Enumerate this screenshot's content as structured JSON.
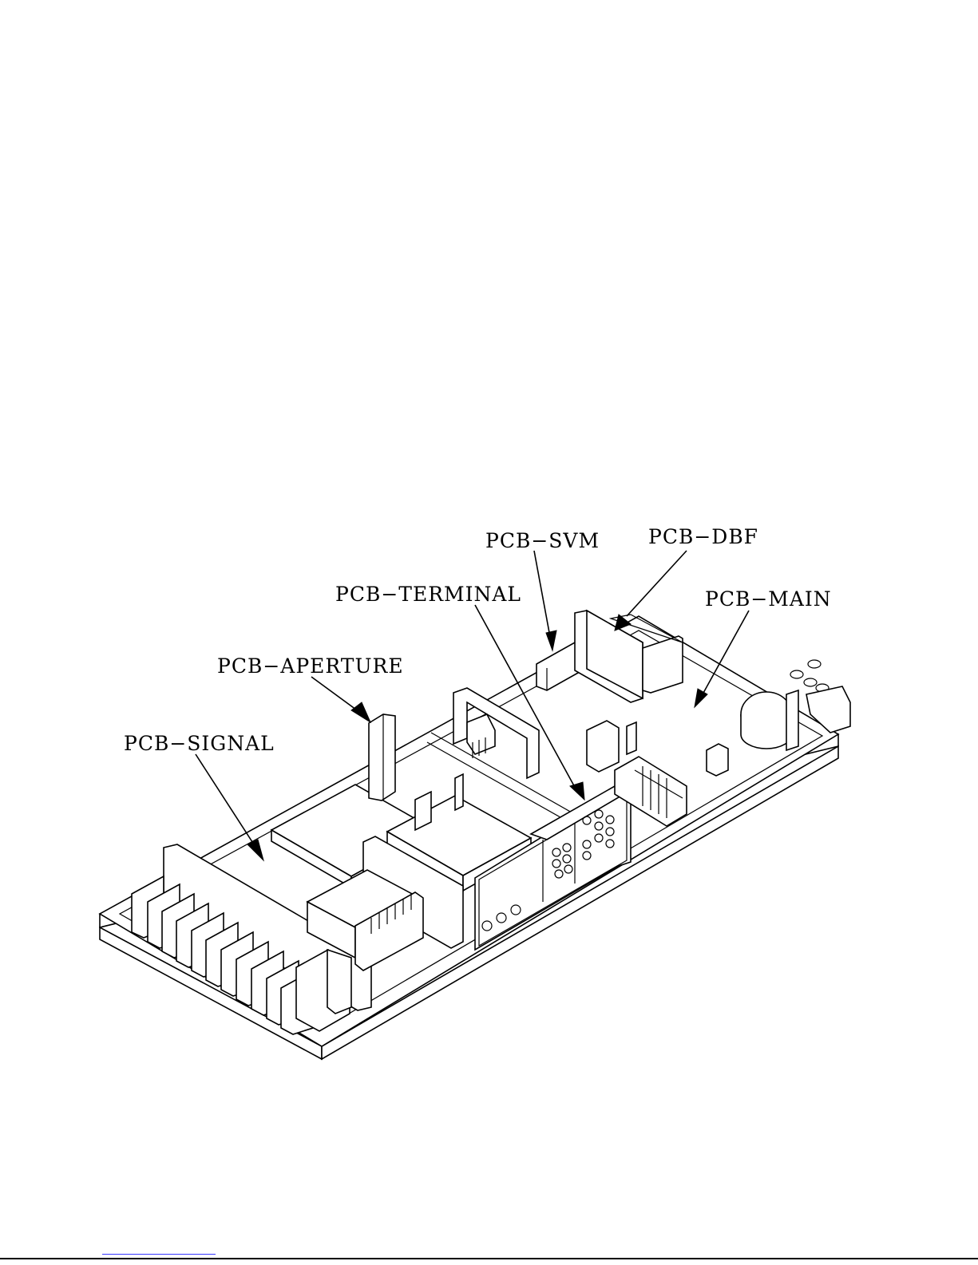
{
  "labels": {
    "pcb_svm": "PCB−SVM",
    "pcb_dbf": "PCB−DBF",
    "pcb_terminal": "PCB−TERMINAL",
    "pcb_main": "PCB−MAIN",
    "pcb_aperture": "PCB−APERTURE",
    "pcb_signal": "PCB−SIGNAL"
  }
}
